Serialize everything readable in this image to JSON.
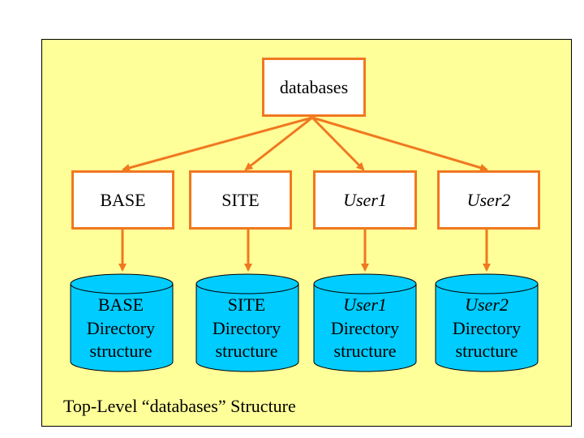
{
  "root": {
    "label": "databases"
  },
  "nodes": [
    {
      "label": "BASE",
      "italic": false,
      "store": {
        "title": "BASE",
        "line2": "Directory",
        "line3": "structure"
      }
    },
    {
      "label": "SITE",
      "italic": false,
      "store": {
        "title": "SITE",
        "line2": "Directory",
        "line3": "structure"
      }
    },
    {
      "label": "User1",
      "italic": true,
      "store": {
        "title": "User1",
        "line2": "Directory",
        "line3": "structure"
      }
    },
    {
      "label": "User2",
      "italic": true,
      "store": {
        "title": "User2",
        "line2": "Directory",
        "line3": "structure"
      }
    }
  ],
  "caption": "Top-Level “databases” Structure",
  "colors": {
    "panel": "#ffff99",
    "box_border": "#f07820",
    "arrow": "#f07820",
    "cylinder_fill": "#00ccff"
  }
}
